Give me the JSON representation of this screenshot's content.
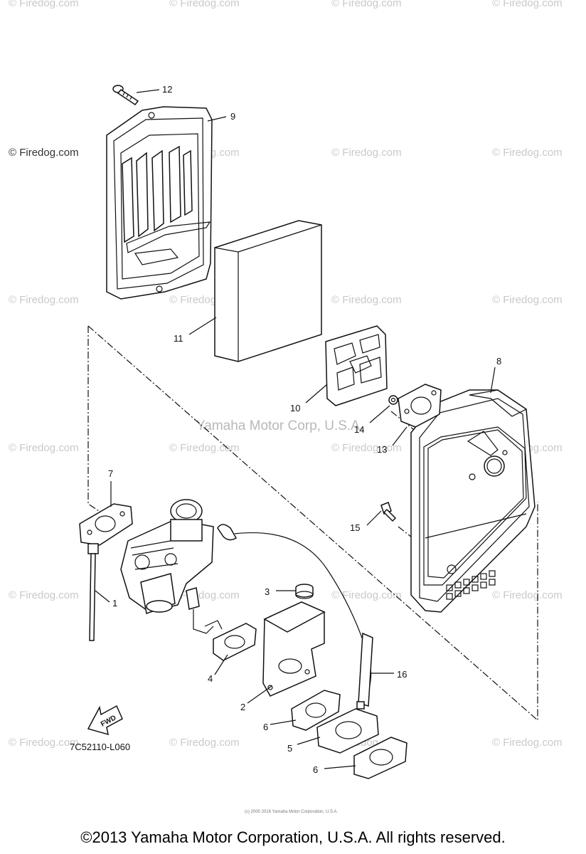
{
  "watermark": "© Firedog.com",
  "center_watermark": "Yamaha Motor Corp, U.S.A.",
  "fine_print": "(c) 2000 2016 Yamaha Motor Corporation, U.S.A.",
  "diagram_code": "7C52110-L060",
  "fwd_label": "FWD",
  "copyright": "©2013 Yamaha Motor Corporation, U.S.A. All rights reserved.",
  "callouts": [
    "1",
    "2",
    "3",
    "4",
    "5",
    "6",
    "6",
    "7",
    "8",
    "9",
    "10",
    "11",
    "12",
    "13",
    "14",
    "15",
    "16"
  ]
}
